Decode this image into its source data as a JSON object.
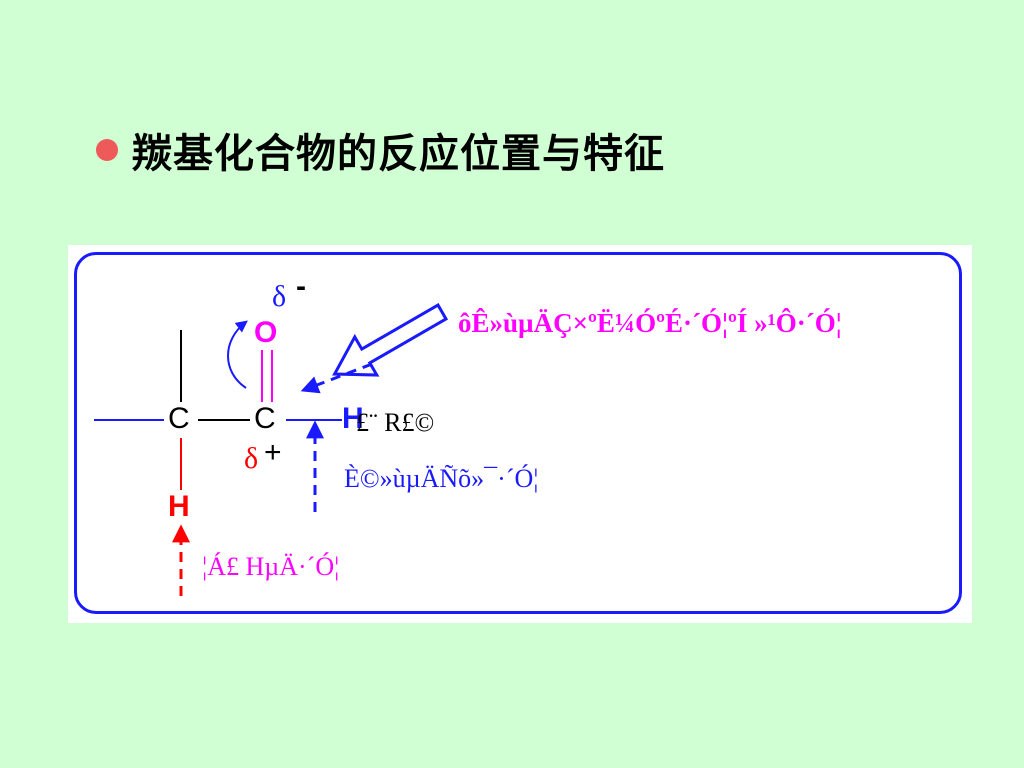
{
  "title": "羰基化合物的反应位置与特征",
  "colors": {
    "background": "#cfffd2",
    "bullet": "#ee5a5a",
    "panel_border": "#1a1aff",
    "blue": "#1a1aff",
    "red": "#ff0000",
    "magenta": "#ff00ff"
  },
  "diagram": {
    "delta_minus_symbol": "δ",
    "delta_minus_sign": "-",
    "delta_plus_symbol": "δ",
    "delta_plus_sign": "+",
    "atom_O": "O",
    "atom_C_left": "C",
    "atom_C_right": "C",
    "atom_H_right": "H",
    "atom_H_bottom": "H",
    "label_nucleophile_attack": "ôÊ»ùµÄÇ×ºË¼ÓºÉ·´Ó¦ºÍ »¹Ô­·´Ó¦",
    "label_H_R": "£¨ R£©",
    "label_carbonyl_reaction": "È©»ùµÄÑõ»¯·´Ó¦",
    "label_alpha_H": "¦Á£­ HµÄ·´Ó¦"
  }
}
